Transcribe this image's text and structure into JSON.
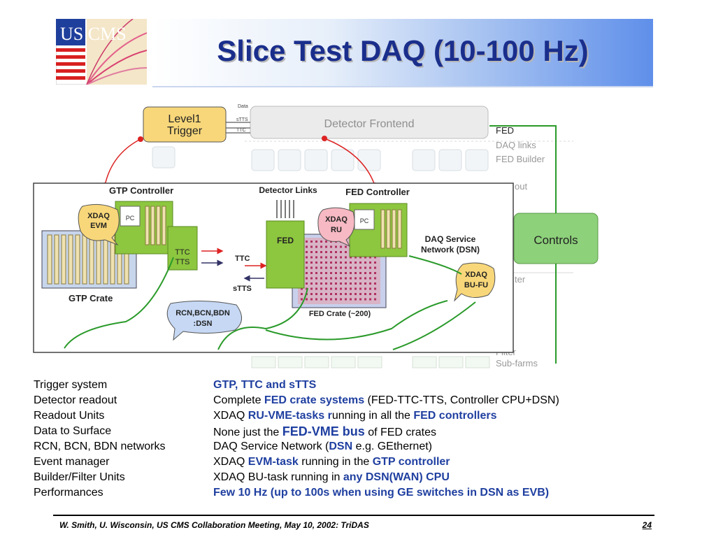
{
  "logo": {
    "text": "US CMS"
  },
  "title": "Slice Test DAQ (10-100 Hz)",
  "diagram": {
    "level1_trigger": "Level1",
    "level1_trigger_line2": "Trigger",
    "detector_frontend": "Detector Frontend",
    "signal_data": "Data",
    "signal_stts": "sTTS",
    "signal_ttc": "TTC",
    "side_fed": "FED",
    "side_daq_links": "DAQ links",
    "side_fed_builder": "FED Builder",
    "side_readout": "out",
    "side_filter": "ter",
    "side_filter2": "Filter",
    "side_subfarms": "Sub-farms",
    "controls": "Controls",
    "gtp_controller": "GTP Controller",
    "detector_links": "Detector Links",
    "fed_controller": "FED Controller",
    "xdaq_evm": "XDAQ",
    "xdaq_evm2": "EVM",
    "pc_left": "PC",
    "pc_right": "PC",
    "xdaq_ru": "XDAQ",
    "xdaq_ru2": "RU",
    "fed_board": "FED",
    "ttc_tts": "TTC",
    "ttc_tts2": "TTS",
    "ttc_label": "TTC",
    "stts_label": "sTTS",
    "daq_service": "DAQ Service",
    "daq_service2": "Network (DSN)",
    "xdaq_bufu": "XDAQ",
    "xdaq_bufu2": "BU-FU",
    "gtp_crate": "GTP Crate",
    "rcn_bubble": "RCN,BCN,BDN",
    "rcn_bubble2": ":DSN",
    "fed_crate": "FED Crate (~200)"
  },
  "rows": [
    {
      "label": "Trigger system",
      "parts": [
        {
          "t": "GTP, TTC and sTTS",
          "h": true
        }
      ]
    },
    {
      "label": "Detector readout",
      "parts": [
        {
          "t": "Complete ",
          "h": false
        },
        {
          "t": "FED crate systems",
          "h": true
        },
        {
          "t": " (FED-TTC-TTS, Controller CPU+DSN)",
          "h": false
        }
      ]
    },
    {
      "label": "Readout Units",
      "parts": [
        {
          "t": "XDAQ ",
          "h": false
        },
        {
          "t": "RU-VME-tasks r",
          "h": true
        },
        {
          "t": "unning in all the ",
          "h": false
        },
        {
          "t": "FED controllers",
          "h": true
        }
      ]
    },
    {
      "label": "Data to Surface",
      "parts": [
        {
          "t": "None just the ",
          "h": false
        },
        {
          "t": "FED-VME bus",
          "h": true,
          "big": true
        },
        {
          "t": " of FED crates",
          "h": false
        }
      ]
    },
    {
      "label": "RCN, BCN, BDN networks",
      "parts": [
        {
          "t": "DAQ Service Network (",
          "h": false
        },
        {
          "t": "DSN",
          "h": true
        },
        {
          "t": " e.g. GEthernet)",
          "h": false
        }
      ]
    },
    {
      "label": "Event manager",
      "parts": [
        {
          "t": "XDAQ ",
          "h": false
        },
        {
          "t": "EVM-task",
          "h": true
        },
        {
          "t": " running in the ",
          "h": false
        },
        {
          "t": "GTP controller",
          "h": true
        }
      ]
    },
    {
      "label": "Builder/Filter Units",
      "parts": [
        {
          "t": "XDAQ BU-task running in ",
          "h": false
        },
        {
          "t": "any DSN(WAN) CPU",
          "h": true
        }
      ]
    },
    {
      "label": "Performances",
      "parts": [
        {
          "t": "Few 10 Hz  (up to 100s when using GE switches in DSN as EVB)",
          "h": true
        }
      ]
    }
  ],
  "footer": "W. Smith, U. Wisconsin, US CMS Collaboration Meeting, May 10, 2002: TriDAS",
  "page_number": "24",
  "colors": {
    "title": "#1a2e8c",
    "highlight": "#1f3fa0",
    "trigger_box": "#f8d77a",
    "board_green": "#8dc63f",
    "controls": "#8dd17a"
  }
}
